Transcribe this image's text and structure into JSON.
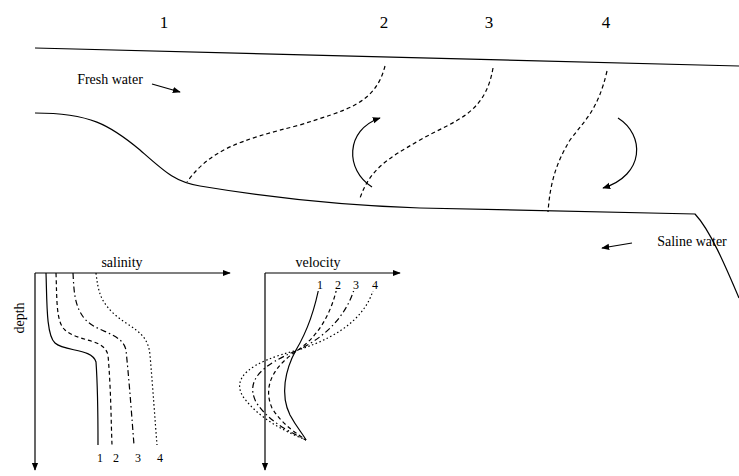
{
  "diagram": {
    "labels": [
      "1",
      "2",
      "3",
      "4",
      "Fresh water",
      "Saline water",
      "salinity",
      "velocity",
      "depth",
      "1",
      "2",
      "3",
      "4",
      "1",
      "2",
      "3",
      "4"
    ]
  }
}
